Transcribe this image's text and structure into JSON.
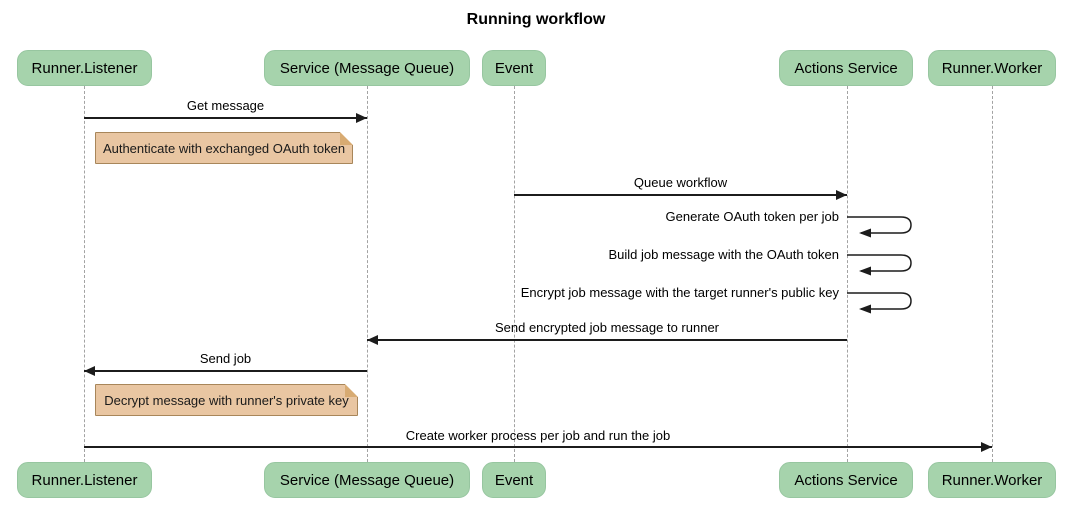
{
  "title": "Running workflow",
  "colors": {
    "participant_fill": "#a6d3ac",
    "participant_border": "#97c6a0",
    "note_fill": "#e9c6a2",
    "note_border": "#a8865a",
    "lifeline": "#a3a3a3",
    "arrow": "#1c1c1c",
    "text": "#000000"
  },
  "participants": [
    {
      "label": "Runner.Listener"
    },
    {
      "label": "Service (Message Queue)"
    },
    {
      "label": "Event"
    },
    {
      "label": "Actions Service"
    },
    {
      "label": "Runner.Worker"
    }
  ],
  "messages": [
    {
      "label": "Get message",
      "from": "Runner.Listener",
      "to": "Service (Message Queue)",
      "type": "solid"
    },
    {
      "label": "Queue workflow",
      "from": "Event",
      "to": "Actions Service",
      "type": "solid"
    },
    {
      "label": "Generate OAuth token per job",
      "from": "Actions Service",
      "to": "Actions Service",
      "type": "self"
    },
    {
      "label": "Build job message with the OAuth token",
      "from": "Actions Service",
      "to": "Actions Service",
      "type": "self"
    },
    {
      "label": "Encrypt job message with the target runner's public key",
      "from": "Actions Service",
      "to": "Actions Service",
      "type": "self"
    },
    {
      "label": "Send encrypted job message to runner",
      "from": "Actions Service",
      "to": "Service (Message Queue)",
      "type": "solid"
    },
    {
      "label": "Send job",
      "from": "Service (Message Queue)",
      "to": "Runner.Listener",
      "type": "solid"
    },
    {
      "label": "Create worker process per job and run the job",
      "from": "Runner.Listener",
      "to": "Runner.Worker",
      "type": "solid"
    }
  ],
  "notes": [
    {
      "label": "Authenticate with exchanged OAuth token",
      "anchor": "Runner.Listener"
    },
    {
      "label": "Decrypt message with runner's private key",
      "anchor": "Runner.Listener"
    }
  ]
}
